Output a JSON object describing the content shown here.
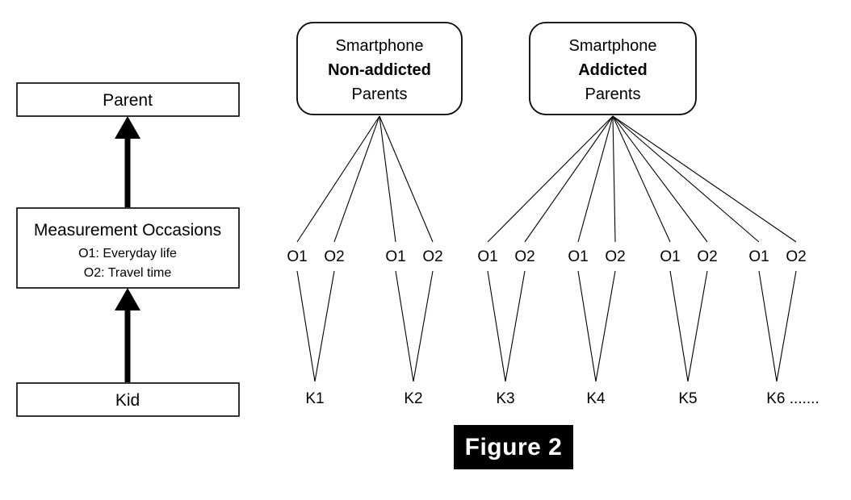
{
  "figure": {
    "caption": "Figure 2",
    "caption_bg": "#000000",
    "caption_fg": "#ffffff",
    "background": "#ffffff",
    "line_color": "#000000"
  },
  "legend_panel": {
    "name": "multilevel-legend",
    "levels": [
      {
        "id": "parent-level",
        "label": "Parent",
        "sublines": []
      },
      {
        "id": "measurement-occasions-level",
        "label": "Measurement Occasions",
        "sublines": [
          "O1: Everyday life",
          "O2: Travel time"
        ]
      },
      {
        "id": "kid-level",
        "label": "Kid",
        "sublines": []
      }
    ],
    "arrows": [
      {
        "from": "kid-level",
        "to": "measurement-occasions-level",
        "direction": "up"
      },
      {
        "from": "measurement-occasions-level",
        "to": "parent-level",
        "direction": "up"
      }
    ]
  },
  "tree": {
    "groups": [
      {
        "id": "non-addicted-group",
        "line1": "Smartphone",
        "line2": "Non-addicted",
        "line3": "Parents",
        "bold_line": "line2",
        "kids": [
          {
            "id": "K1",
            "label": "K1",
            "occasions": [
              "O1",
              "O2"
            ]
          },
          {
            "id": "K2",
            "label": "K2",
            "occasions": [
              "O1",
              "O2"
            ]
          }
        ]
      },
      {
        "id": "addicted-group",
        "line1": "Smartphone",
        "line2": "Addicted",
        "line3": "Parents",
        "bold_line": "line2",
        "kids": [
          {
            "id": "K3",
            "label": "K3",
            "occasions": [
              "O1",
              "O2"
            ]
          },
          {
            "id": "K4",
            "label": "K4",
            "occasions": [
              "O1",
              "O2"
            ]
          },
          {
            "id": "K5",
            "label": "K5",
            "occasions": [
              "O1",
              "O2"
            ]
          },
          {
            "id": "K6",
            "label": "K6 .......",
            "occasions": [
              "O1",
              "O2"
            ]
          }
        ]
      }
    ]
  }
}
